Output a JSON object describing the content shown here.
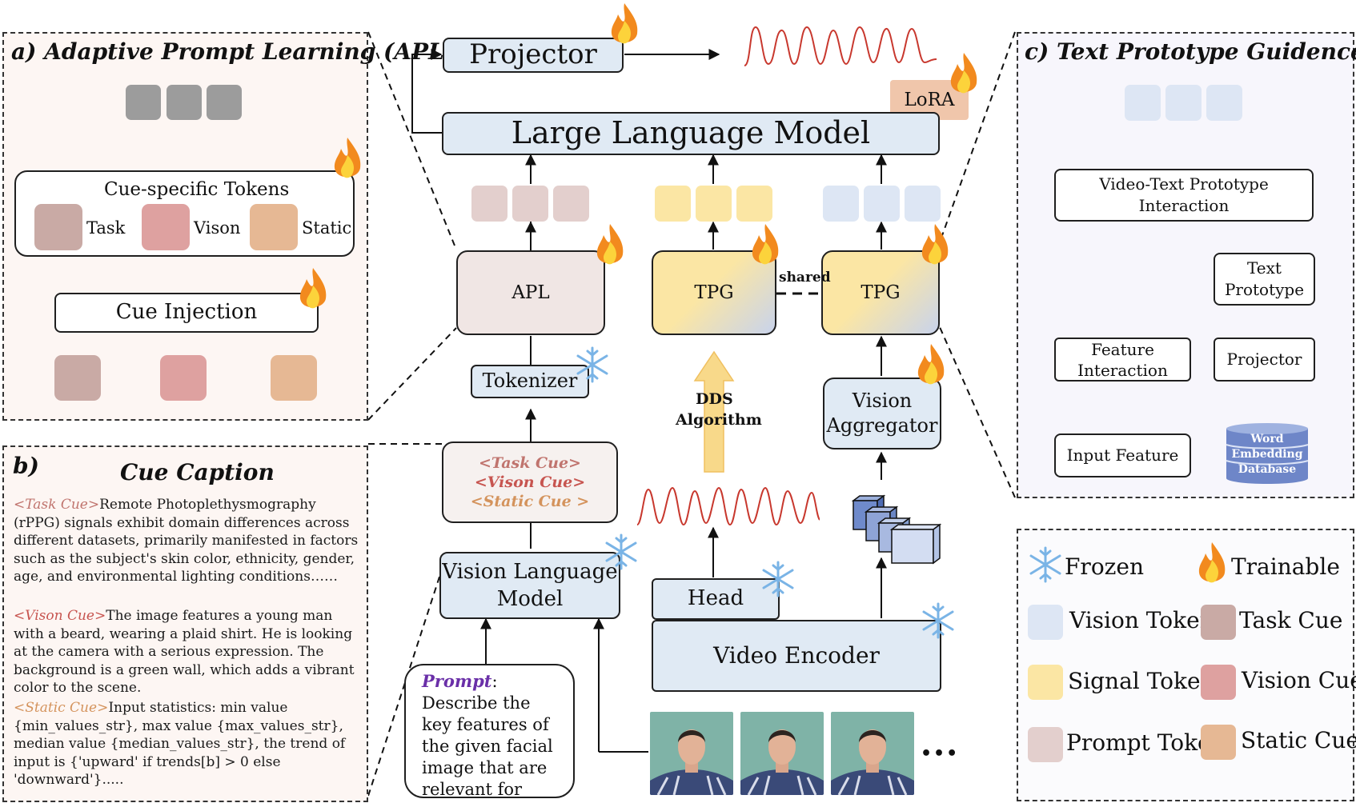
{
  "colors": {
    "task": "#c9aaa5",
    "vision": "#dea1a0",
    "static": "#e6b894",
    "vision_token": "#dde6f4",
    "signal_token": "#fbe6a4",
    "prompt_token": "#e3cfcd",
    "gray_token": "#9c9c9c",
    "apl_fill": "#f0e6e4",
    "module_fill": "#e0eaf4",
    "lora_fill": "#f0c6ab",
    "panel_a_fill": "#fdf6f3",
    "panel_c_fill": "#f7f6fc",
    "wave": "#c8382e",
    "task_text": "#c0746e",
    "vision_text": "#c75550",
    "static_text": "#d4935c",
    "prompt_text": "#6a2fa8"
  },
  "panel_a": {
    "title": "a)  Adaptive Prompt Learning (APL)",
    "cue_tokens_title": "Cue-specific Tokens",
    "task_label": "Task",
    "vision_label": "Vison",
    "static_label": "Static",
    "cue_injection": "Cue Injection"
  },
  "panel_b": {
    "label": "b)",
    "title": "Cue Caption",
    "task_tag": "<Task Cue>",
    "task_text": "Remote Photoplethysmography (rPPG) signals exhibit domain differences across different datasets, primarily manifested in factors such as the subject's skin color, ethnicity, gender, age, and environmental lighting conditions……",
    "vision_tag": "<Vison Cue>",
    "vision_text": "The image features a young man with a beard, wearing a plaid shirt. He is looking at the camera with a serious expression. The background is a green wall, which adds a vibrant color to the scene.",
    "static_tag": "<Static Cue>",
    "static_text": "Input statistics: min value {min_values_str}, max value {max_values_str}, median value {median_values_str}, the trend of input is {'upward' if trends[b] > 0 else 'downward'}....."
  },
  "center": {
    "projector": "Projector",
    "llm": "Large Language Model",
    "lora": "LoRA",
    "apl": "APL",
    "tpg_left": "TPG",
    "tpg_right": "TPG",
    "shared": "shared",
    "tokenizer": "Tokenizer",
    "cue_task": "<Task Cue>",
    "cue_vision": "<Vison Cue>",
    "cue_static": "<Static Cue >",
    "vlm_line1": "Vision Language",
    "vlm_line2": "Model",
    "prompt_label": "Prompt",
    "prompt_text": ": Describe the key features of the given facial image that are relevant for rPPG signal prediction...",
    "dds_line1": "DDS",
    "dds_line2": "Algorithm",
    "head": "Head",
    "video_encoder": "Video Encoder",
    "aggregator_line1": "Vision",
    "aggregator_line2": "Aggregator",
    "ellipsis": "•••"
  },
  "panel_c": {
    "title": "c) Text Prototype Guidence (TPG)",
    "interaction_line1": "Video-Text Prototype",
    "interaction_line2": "Interaction",
    "text_proto_line1": "Text",
    "text_proto_line2": "Prototype",
    "feat_int_line1": "Feature",
    "feat_int_line2": "Interaction",
    "projector": "Projector",
    "input_feature": "Input Feature",
    "db_line1": "Word",
    "db_line2": "Embedding",
    "db_line3": "Database"
  },
  "legend": {
    "frozen": "Frozen",
    "trainable": "Trainable",
    "vision_token": "Vision Token",
    "task_cue": "Task Cue",
    "signal_token": "Signal Token",
    "vision_cue": "Vision Cue",
    "prompt_token": "Prompt Token",
    "static_cue": "Static Cue"
  }
}
